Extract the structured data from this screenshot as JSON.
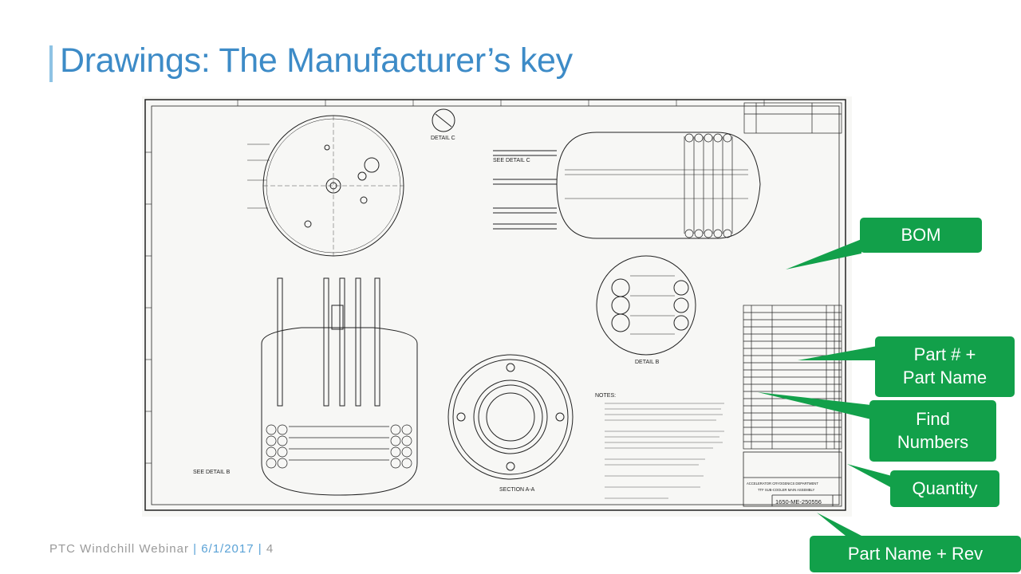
{
  "slide": {
    "title": "Drawings: The Manufacturer’s key"
  },
  "callouts": {
    "bom": "BOM",
    "part_number_name": "Part # +\nPart Name",
    "find_numbers": "Find\nNumbers",
    "quantity": "Quantity",
    "part_name_rev": "Part Name + Rev"
  },
  "drawing": {
    "detail_c": "DETAIL C",
    "see_detail_c": "SEE DETAIL C",
    "see_detail_b": "SEE DETAIL B",
    "detail_b": "DETAIL B",
    "section_aa": "SECTION A-A",
    "notes": "NOTES:",
    "dept": "ACCELERATOR CRYOGENICS DEPARTMENT",
    "assembly": "TTF SUB-COOLER MAIN ASSEMBLY",
    "drawing_number": "1650-ME-250556"
  },
  "footer": {
    "event": "PTC Windchill Webinar",
    "sep1": "|",
    "date": "6/1/2017",
    "sep2": "|",
    "page": "4"
  },
  "colors": {
    "title": "#3d8bc7",
    "callout": "#12a04a",
    "footer_text": "#9a9a9a",
    "footer_accent": "#5aa2d6"
  }
}
